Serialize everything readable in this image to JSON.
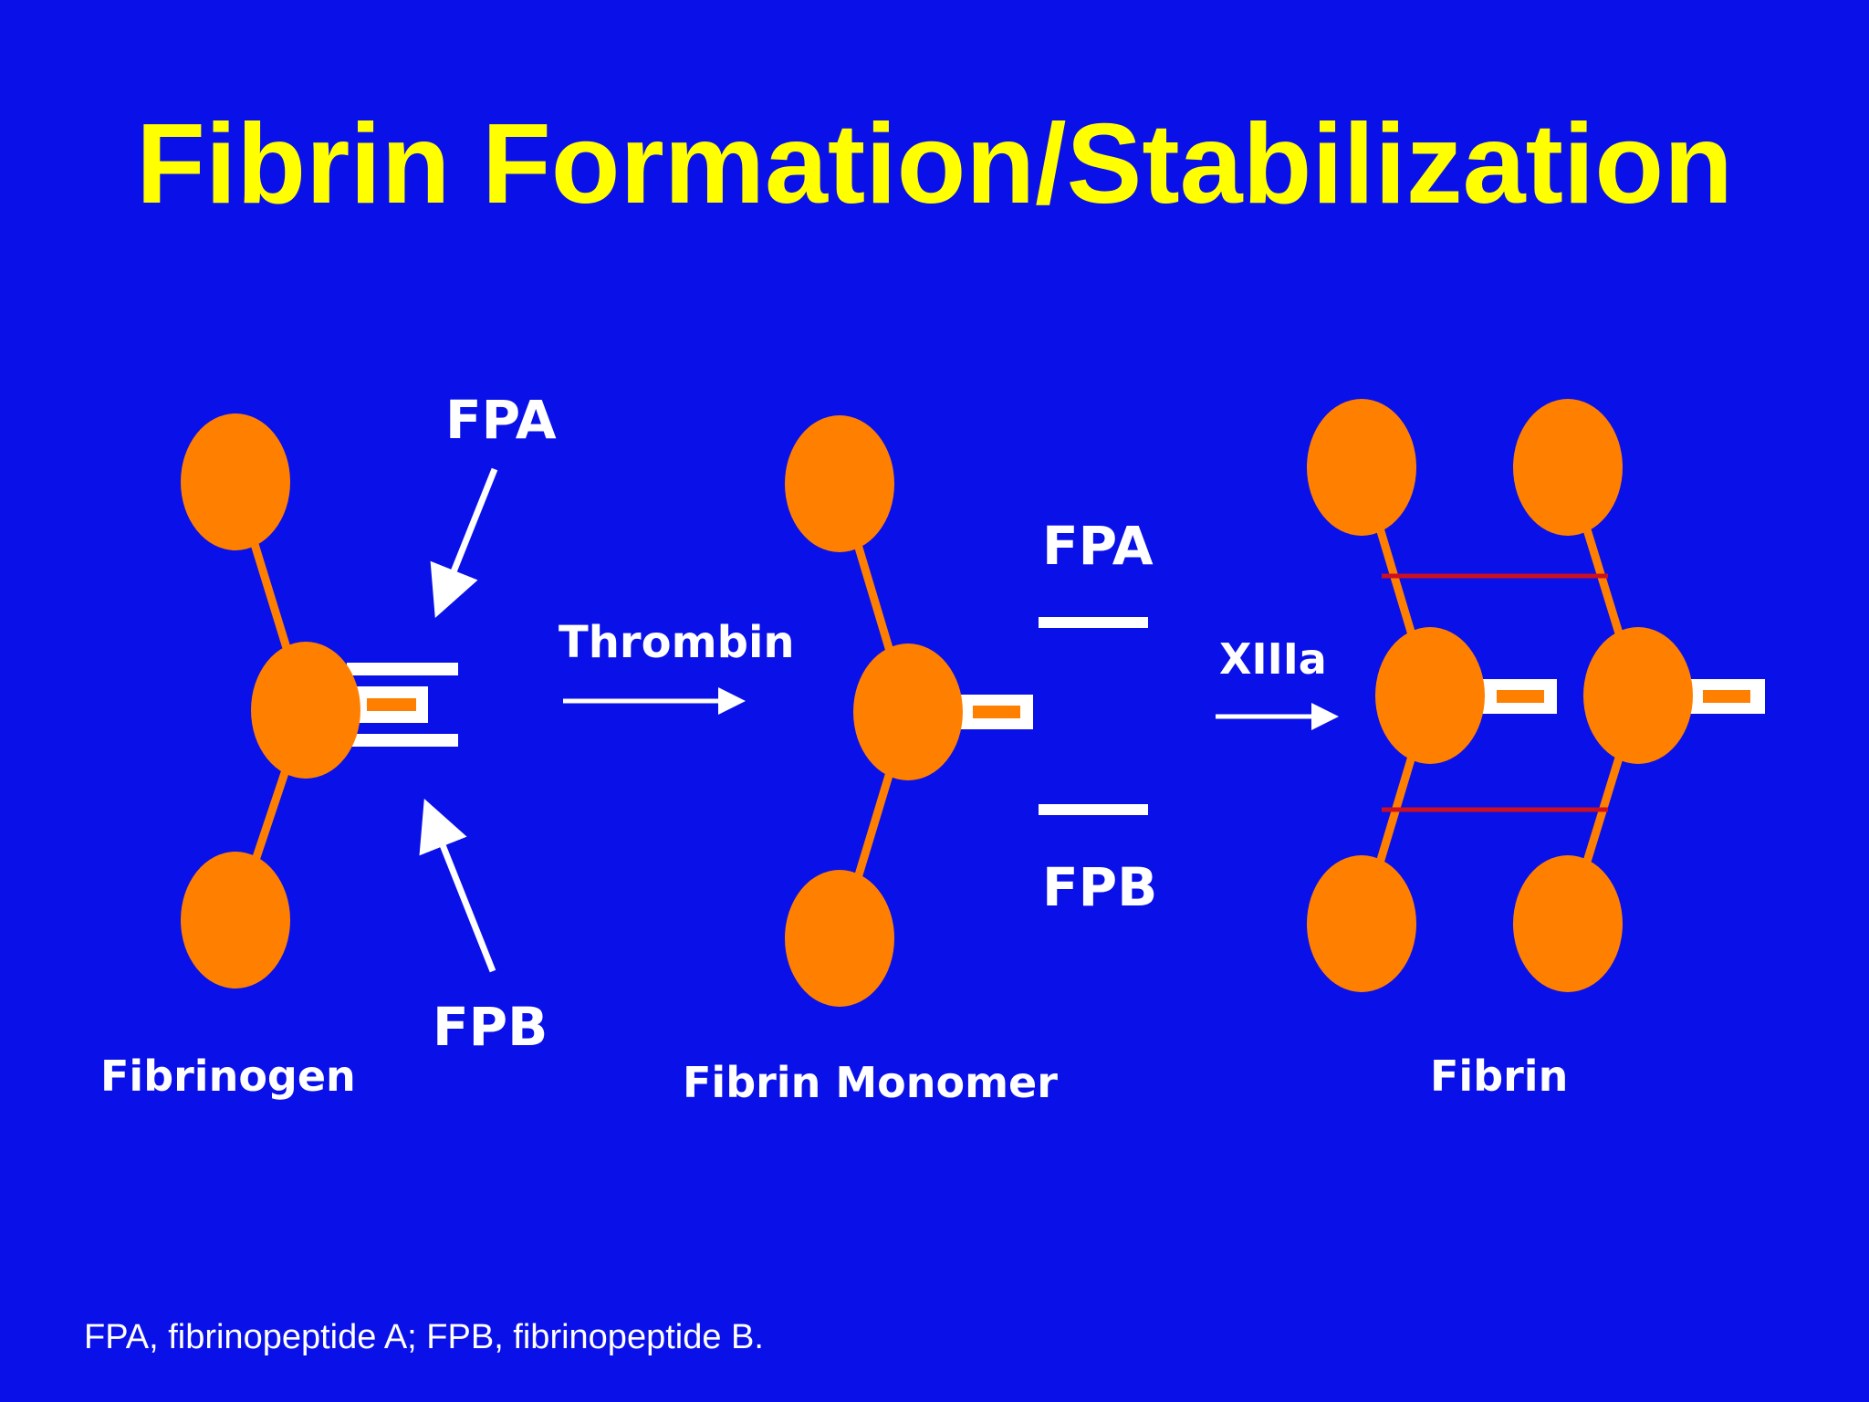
{
  "title": "Fibrin Formation/Stabilization",
  "footnote": "FPA, fibrinopeptide A; FPB, fibrinopeptide B.",
  "colors": {
    "background": "#0a10e8",
    "title": "#ffff00",
    "node": "#ff8000",
    "crosslink": "#cc1020",
    "label": "#ffffff"
  },
  "stages": {
    "fibrinogen": {
      "label": "Fibrinogen"
    },
    "monomer": {
      "label": "Fibrin Monomer"
    },
    "fibrin": {
      "label": "Fibrin"
    }
  },
  "enzymes": {
    "thrombin": "Thrombin",
    "xiiia": "XIIIa"
  },
  "peptides": {
    "fpa": "FPA",
    "fpb": "FPB"
  }
}
